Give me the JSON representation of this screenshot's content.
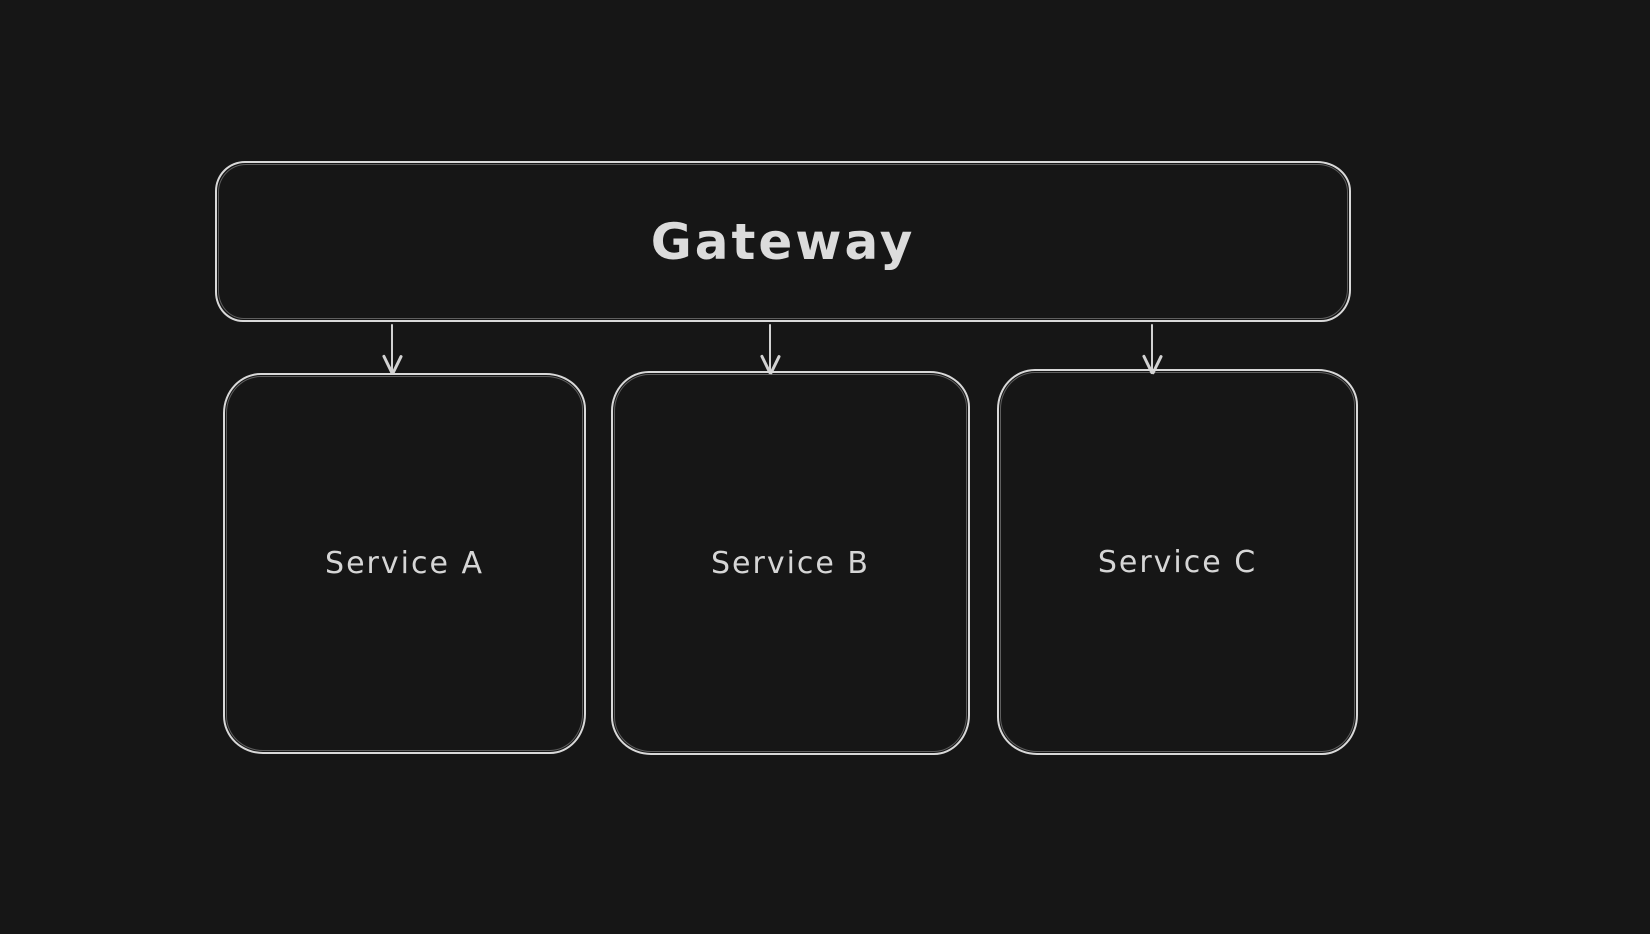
{
  "canvas": {
    "background_color": "#161616",
    "stroke_color": "#d9d9d9",
    "text_color": "#dcdcdc"
  },
  "diagram": {
    "gateway": {
      "label": "Gateway"
    },
    "services": [
      {
        "label": "Service A"
      },
      {
        "label": "Service B"
      },
      {
        "label": "Service C"
      }
    ],
    "connections": [
      {
        "from": "Gateway",
        "to": "Service A",
        "arrow": "down"
      },
      {
        "from": "Gateway",
        "to": "Service B",
        "arrow": "down"
      },
      {
        "from": "Gateway",
        "to": "Service C",
        "arrow": "down"
      }
    ]
  }
}
